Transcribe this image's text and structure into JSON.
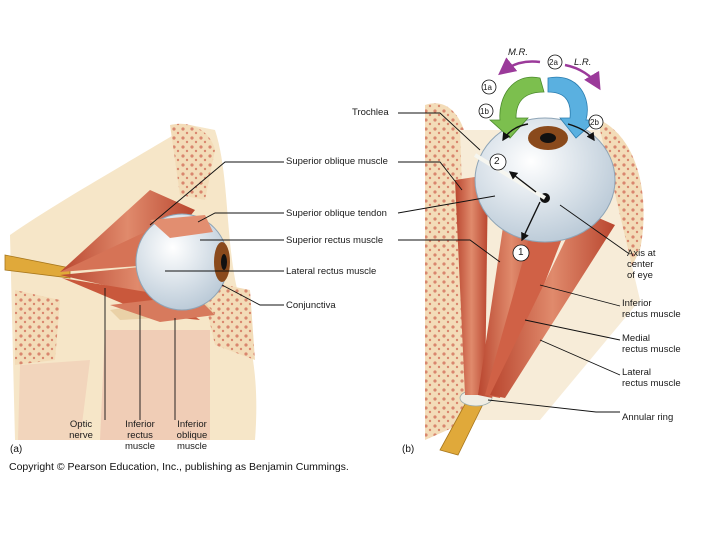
{
  "panel_a": {
    "letter": "(a)",
    "labels": {
      "superior_oblique_muscle": "Superior oblique muscle",
      "superior_oblique_tendon": "Superior oblique tendon",
      "superior_rectus_muscle": "Superior rectus muscle",
      "lateral_rectus_muscle": "Lateral rectus muscle",
      "conjunctiva": "Conjunctiva",
      "optic_nerve": "Optic\nnerve",
      "inferior_rectus_muscle": "Inferior\nrectus\nmuscle",
      "inferior_oblique_muscle": "Inferior\noblique\nmuscle"
    }
  },
  "panel_b": {
    "letter": "(b)",
    "labels": {
      "trochlea": "Trochlea",
      "axis_center": "Axis at\ncenter\nof eye",
      "inferior_rectus_muscle": "Inferior\nrectus muscle",
      "medial_rectus_muscle": "Medial\nrectus muscle",
      "lateral_rectus_muscle": "Lateral\nrectus muscle",
      "annular_ring": "Annular ring",
      "mr": "M.R.",
      "lr": "L.R."
    },
    "markers": {
      "m1a": "1a",
      "m1b": "1b",
      "m2a": "2a",
      "m2b": "2b",
      "m1": "1",
      "m2": "2"
    }
  },
  "copyright": "Copyright © Pearson Education, Inc., publishing as Benjamin Cummings.",
  "colors": {
    "muscle": "#cf6a4e",
    "bone": "#f1d9b3",
    "bone_pore": "#d9866e",
    "sclera": "#e3ecf2",
    "iris": "#8a4a1c",
    "nerve": "#e0a93a",
    "arrow_green": "#7cbf4e",
    "arrow_blue": "#5ab0e0",
    "arrow_purple": "#9b3a9a"
  }
}
